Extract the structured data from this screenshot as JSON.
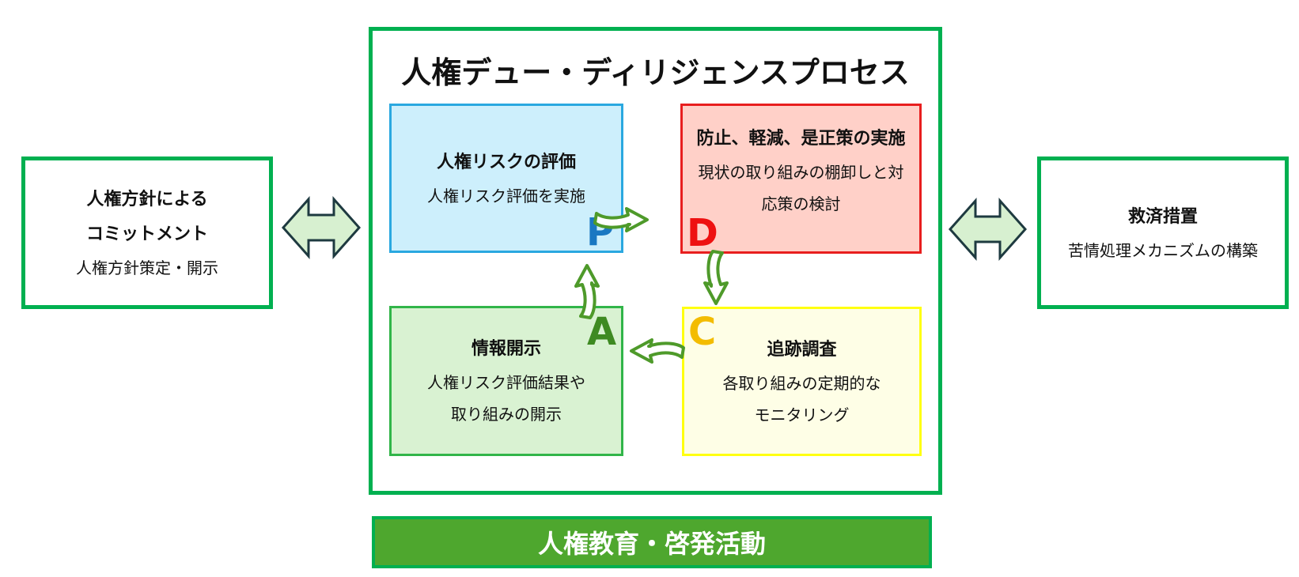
{
  "left": {
    "title_line1": "人権方針による",
    "title_line2": "コミットメント",
    "subtitle": "人権方針策定・開示"
  },
  "right": {
    "title": "救済措置",
    "subtitle": "苦情処理メカニズムの構築"
  },
  "process": {
    "title": "人権デュー・ディリジェンスプロセス",
    "plan": {
      "letter": "P",
      "title": "人権リスクの評価",
      "line1": "人権リスク評価を実施"
    },
    "do": {
      "letter": "D",
      "title": "防止、軽減、是正策の実施",
      "line1": "現状の取り組みの棚卸しと対",
      "line2": "応策の検討"
    },
    "check": {
      "letter": "C",
      "title": "追跡調査",
      "line1": "各取り組みの定期的な",
      "line2": "モニタリング"
    },
    "act": {
      "letter": "A",
      "title": "情報開示",
      "line1": "人権リスク評価結果や",
      "line2": "取り組みの開示"
    }
  },
  "banner": {
    "label": "人権教育・啓発活動"
  },
  "colors": {
    "frame_green": "#00b050",
    "banner_green": "#4ea72e",
    "arrow_green": "#4e9a2a",
    "plan_fill": "#cdeffc",
    "do_fill": "#ffd0c8",
    "act_fill": "#d9f2d2",
    "check_fill": "#fefee6",
    "double_arrow_fill": "#d7f0d0",
    "double_arrow_stroke": "#1e3a40"
  }
}
